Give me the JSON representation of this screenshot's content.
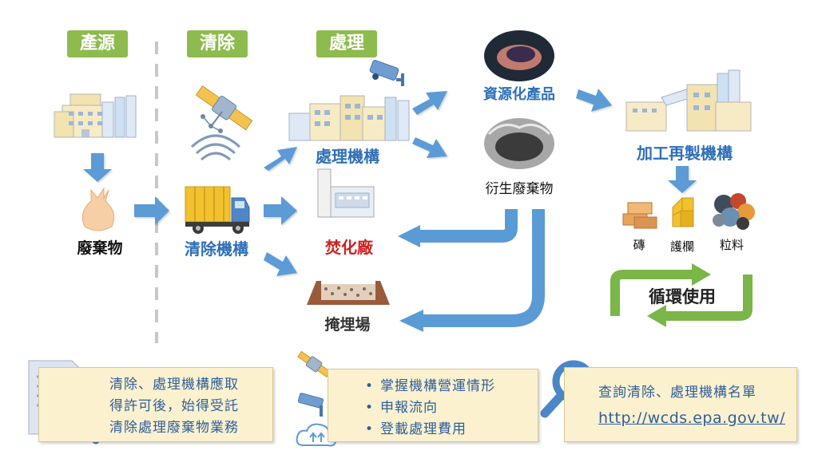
{
  "stages": {
    "source": "產源",
    "clearance": "清除",
    "treatment": "處理"
  },
  "nodes": {
    "waste": "廢棄物",
    "clearance_org": "清除機構",
    "treatment_org": "處理機構",
    "incinerator": "焚化廠",
    "landfill": "掩埋場",
    "resource_product": "資源化產品",
    "derived_waste": "衍生廢棄物",
    "reprocess_org": "加工再製機構",
    "brick": "磚",
    "guardrail": "護欄",
    "granules": "粒料",
    "recycle": "循環使用"
  },
  "info": {
    "permit_lines": [
      "清除、處理機構應取",
      "得許可後，始得受託",
      "清除處理廢棄物業務"
    ],
    "monitor_items": [
      "掌握機構營運情形",
      "申報流向",
      "登載處理費用"
    ],
    "query_title": "查詢清除、處理機構名單",
    "query_url": "http://wcds.epa.gov.tw/"
  },
  "colors": {
    "stage_header": "#8dbb4e",
    "arrow": "#5b9bd5",
    "recycle_arrow": "#7ab648",
    "note_box": "#fbf1cf",
    "label_blue": "#2f6fb7",
    "label_red": "#d01f1f"
  },
  "icons": [
    "factory-icon",
    "waste-bag-icon",
    "satellite-icon",
    "signal-icon",
    "garbage-truck-icon",
    "cctv-camera-icon",
    "treatment-plant-icon",
    "incinerator-icon",
    "landfill-icon",
    "resource-product-photo",
    "derived-waste-photo",
    "reprocess-factory-icon",
    "brick-icon",
    "guardrail-icon",
    "granules-icon",
    "document-magnifier-icon",
    "cloud-upload-icon",
    "magnifier-icon"
  ]
}
